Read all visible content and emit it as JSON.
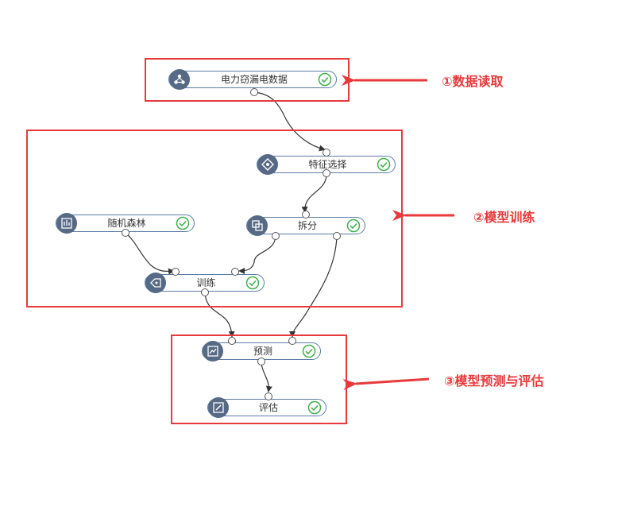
{
  "annotations": {
    "data_read": "①数据读取",
    "model_train": "②模型训练",
    "model_predict_eval": "③模型预测与评估"
  },
  "nodes": {
    "power_data": {
      "label": "电力窃漏电数据",
      "icon": "database-icon",
      "status": "success"
    },
    "feature_select": {
      "label": "特征选择",
      "icon": "feature-select-icon",
      "status": "success"
    },
    "random_forest": {
      "label": "随机森林",
      "icon": "random-forest-icon",
      "status": "success"
    },
    "split": {
      "label": "拆分",
      "icon": "split-icon",
      "status": "success"
    },
    "train": {
      "label": "训练",
      "icon": "train-icon",
      "status": "success"
    },
    "predict": {
      "label": "预测",
      "icon": "predict-chart-icon",
      "status": "success"
    },
    "evaluate": {
      "label": "评估",
      "icon": "evaluate-icon",
      "status": "success"
    }
  },
  "colors": {
    "accent_red": "#e8393b",
    "node_border": "#5b7ca6",
    "node_icon_bg": "#566985",
    "success_green": "#3fb04a"
  }
}
